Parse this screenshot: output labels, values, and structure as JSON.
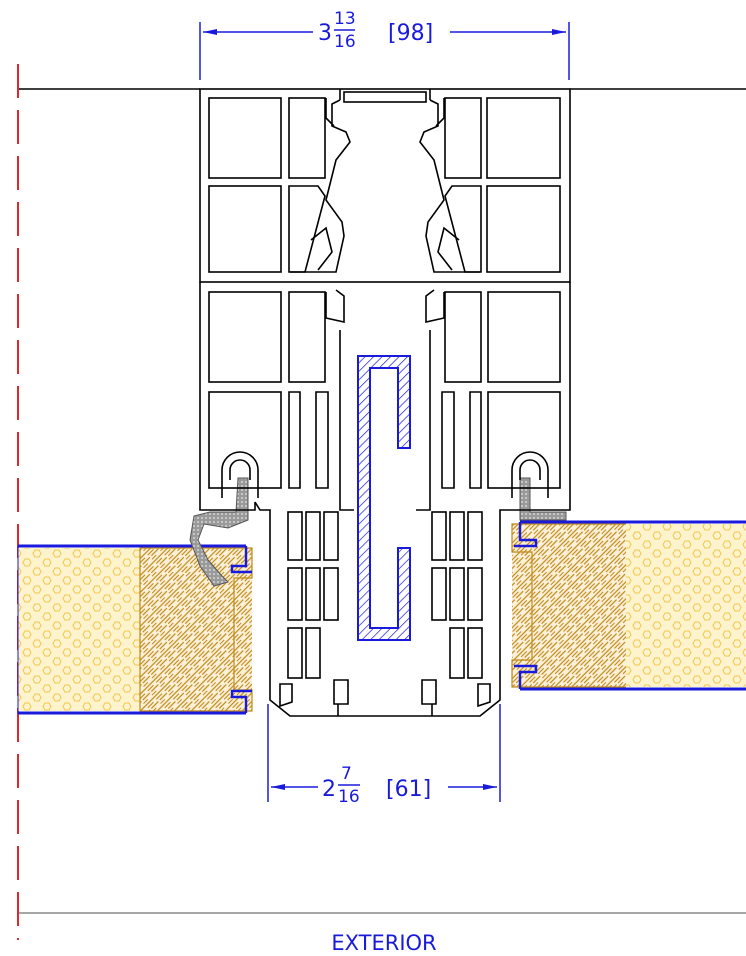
{
  "dimensions": {
    "top": {
      "whole": "3",
      "numerator": "13",
      "denominator": "16",
      "metric": "[98]"
    },
    "bottom": {
      "whole": "2",
      "numerator": "7",
      "denominator": "16",
      "metric": "[61]"
    }
  },
  "labels": {
    "exterior": "EXTERIOR"
  },
  "colors": {
    "dimension": "#1a1adc",
    "profile": "#000000",
    "insulation_fill": "#fdf3cc",
    "insulation_cells": "#f0c850",
    "wood": "#c08a1c",
    "panel_skin": "#1a1adc",
    "gasket": "#8a8a8a",
    "centerline": "#e0282a"
  }
}
